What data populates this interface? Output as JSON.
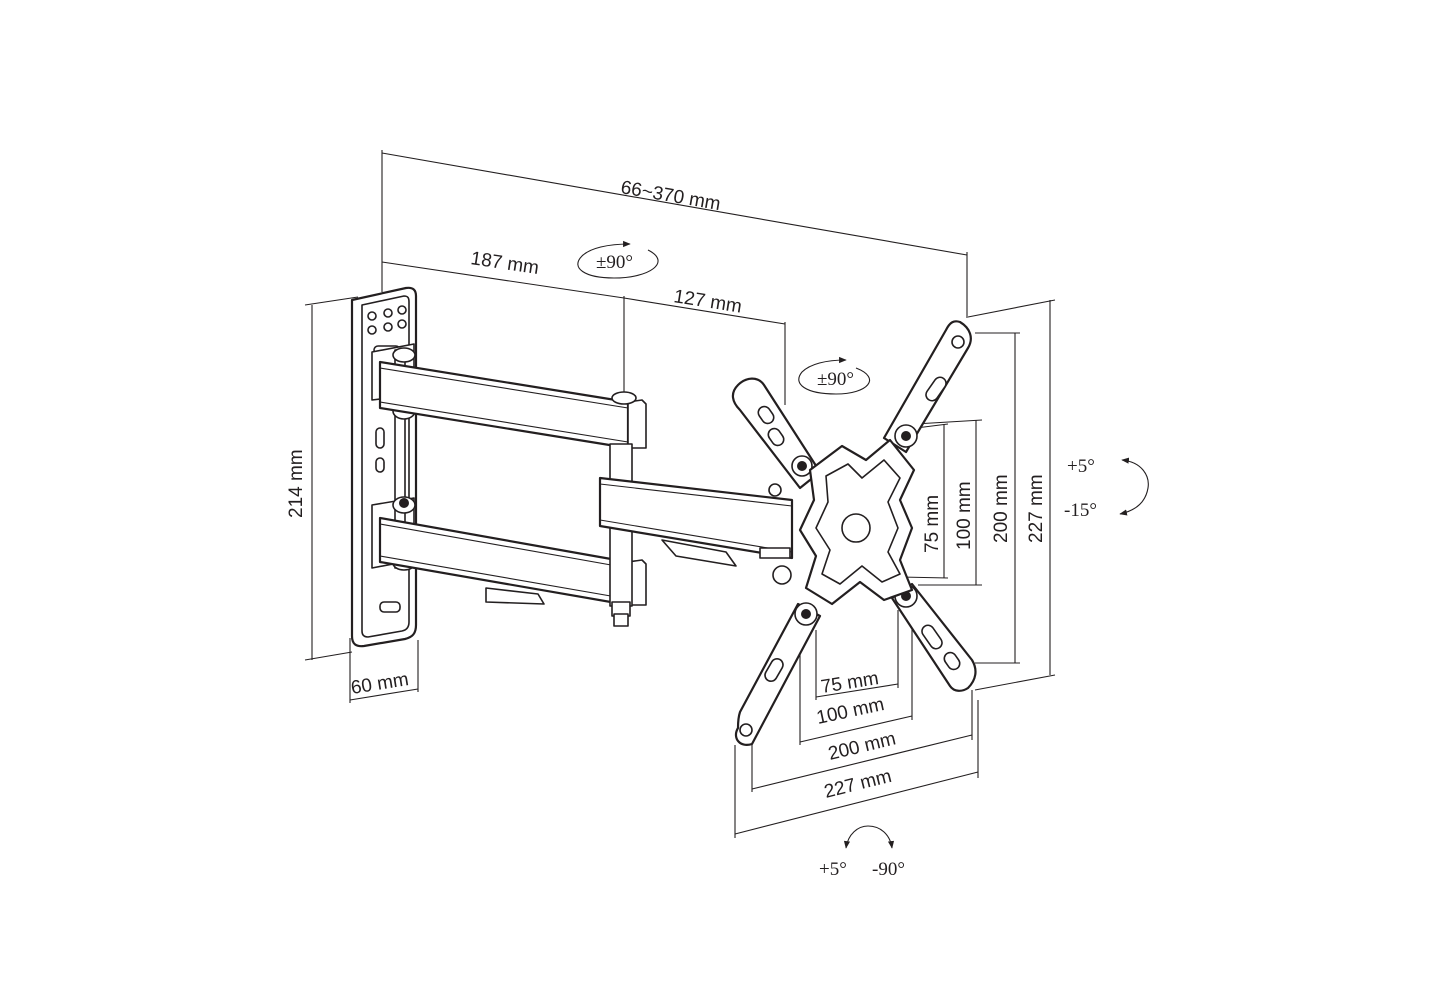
{
  "dimensions": {
    "total_extension": "66~370 mm",
    "arm_first": "187 mm",
    "arm_second": "127 mm",
    "wall_plate_height": "214 mm",
    "wall_plate_width": "60 mm",
    "vesa_v_75": "75 mm",
    "vesa_v_100": "100 mm",
    "vesa_v_200": "200 mm",
    "vesa_v_227": "227 mm",
    "vesa_h_75": "75 mm",
    "vesa_h_100": "100 mm",
    "vesa_h_200": "200 mm",
    "vesa_h_227": "227 mm"
  },
  "angles": {
    "arm_swivel": "±90°",
    "head_swivel": "±90°",
    "tilt_up": "+5°",
    "tilt_down": "-15°",
    "rotation_plus": "+5°",
    "rotation_minus": "-90°"
  },
  "colors": {
    "line": "#231f20",
    "background": "#ffffff"
  }
}
